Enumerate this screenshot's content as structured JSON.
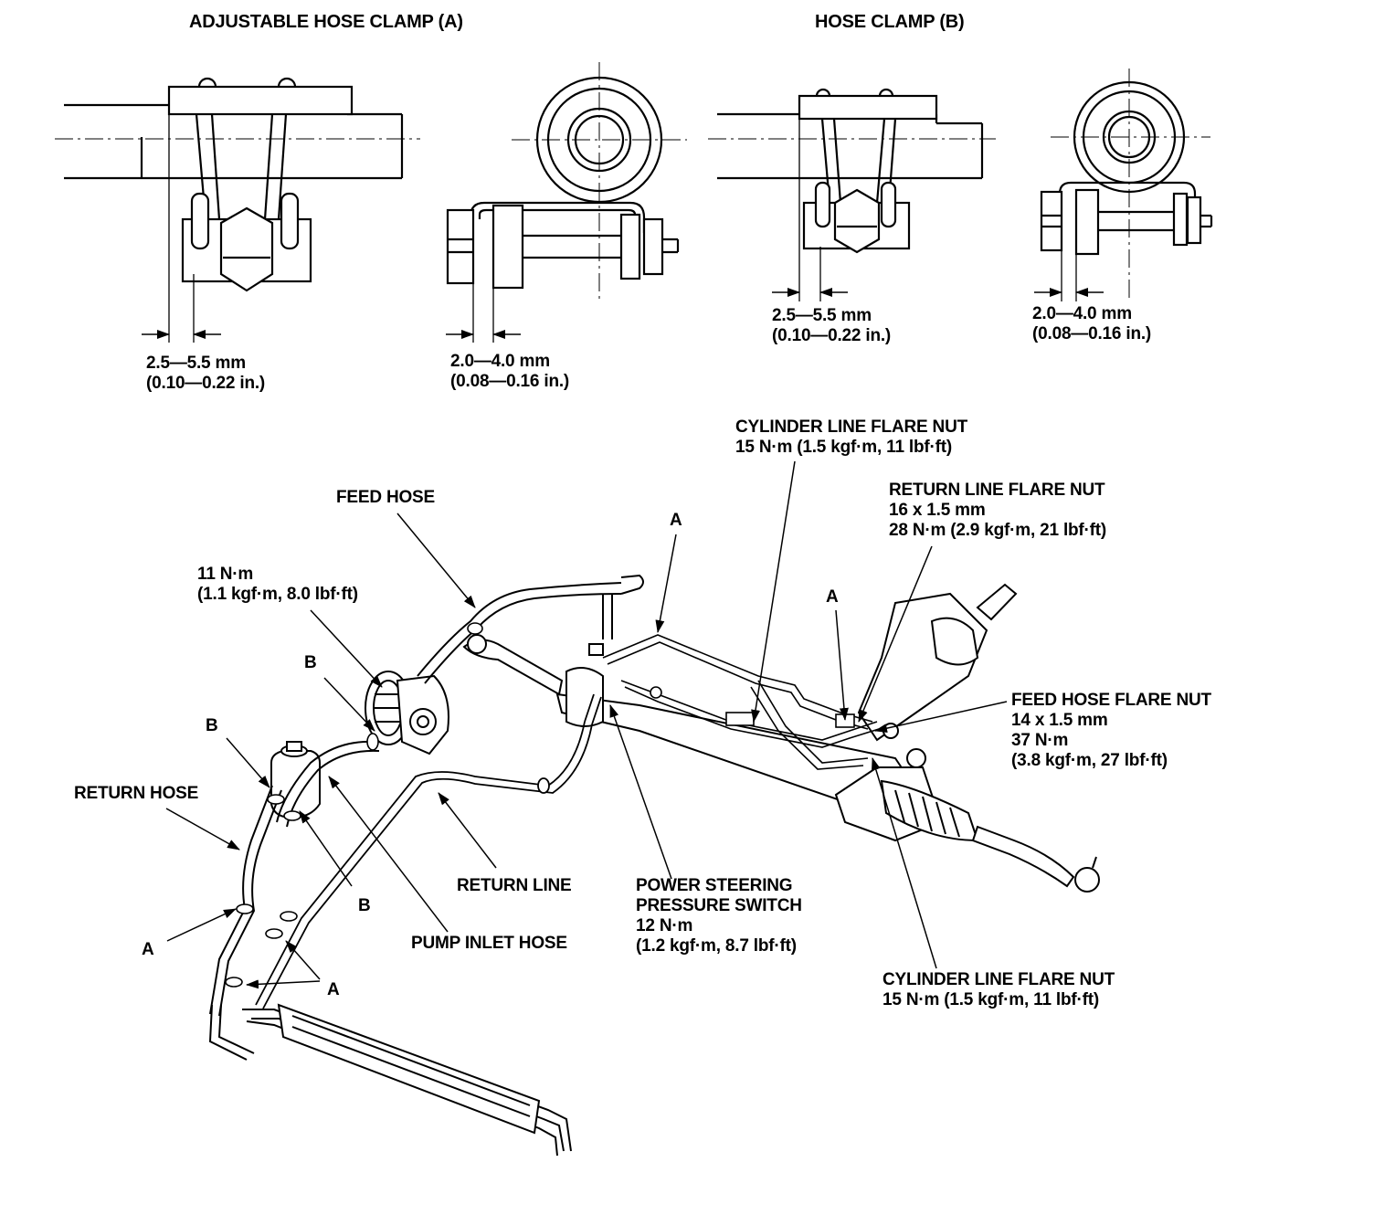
{
  "colors": {
    "ink": "#000000",
    "paper": "#ffffff"
  },
  "clamp_a": {
    "title": "ADJUSTABLE HOSE CLAMP (A)",
    "dim_side": {
      "mm": "2.5—5.5 mm",
      "in": "(0.10—0.22 in.)"
    },
    "dim_end": {
      "mm": "2.0—4.0 mm",
      "in": "(0.08—0.16 in.)"
    }
  },
  "clamp_b": {
    "title": "HOSE CLAMP (B)",
    "dim_side": {
      "mm": "2.5—5.5 mm",
      "in": "(0.10—0.22 in.)"
    },
    "dim_end": {
      "mm": "2.0—4.0 mm",
      "in": "(0.08—0.16 in.)"
    }
  },
  "callouts": {
    "cyl_flare_top": {
      "l1": "CYLINDER LINE FLARE NUT",
      "l2": "15 N·m (1.5 kgf·m, 11 lbf·ft)"
    },
    "return_flare": {
      "l1": "RETURN LINE FLARE NUT",
      "l2": "16 x 1.5 mm",
      "l3": "28 N·m (2.9 kgf·m, 21 lbf·ft)"
    },
    "feed_hose": "FEED HOSE",
    "pump_bolt": {
      "l1": "11 N·m",
      "l2": "(1.1 kgf·m, 8.0 lbf·ft)"
    },
    "feed_flare": {
      "l1": "FEED HOSE FLARE NUT",
      "l2": "14 x 1.5 mm",
      "l3": "37 N·m",
      "l4": "(3.8 kgf·m, 27 lbf·ft)"
    },
    "return_hose": "RETURN HOSE",
    "return_line": "RETURN LINE",
    "pump_inlet": "PUMP INLET HOSE",
    "ps_switch": {
      "l1": "POWER STEERING",
      "l2": "PRESSURE SWITCH",
      "l3": "12 N·m",
      "l4": "(1.2 kgf·m, 8.7 lbf·ft)"
    },
    "cyl_flare_bottom": {
      "l1": "CYLINDER LINE FLARE NUT",
      "l2": "15 N·m (1.5 kgf·m, 11 lbf·ft)"
    }
  },
  "markers": {
    "a_top_left": "A",
    "a_top_right": "A",
    "b_pump": "B",
    "b_reservoir_top": "B",
    "b_reservoir_bottom": "B",
    "a_left": "A",
    "a_bottom": "A"
  }
}
